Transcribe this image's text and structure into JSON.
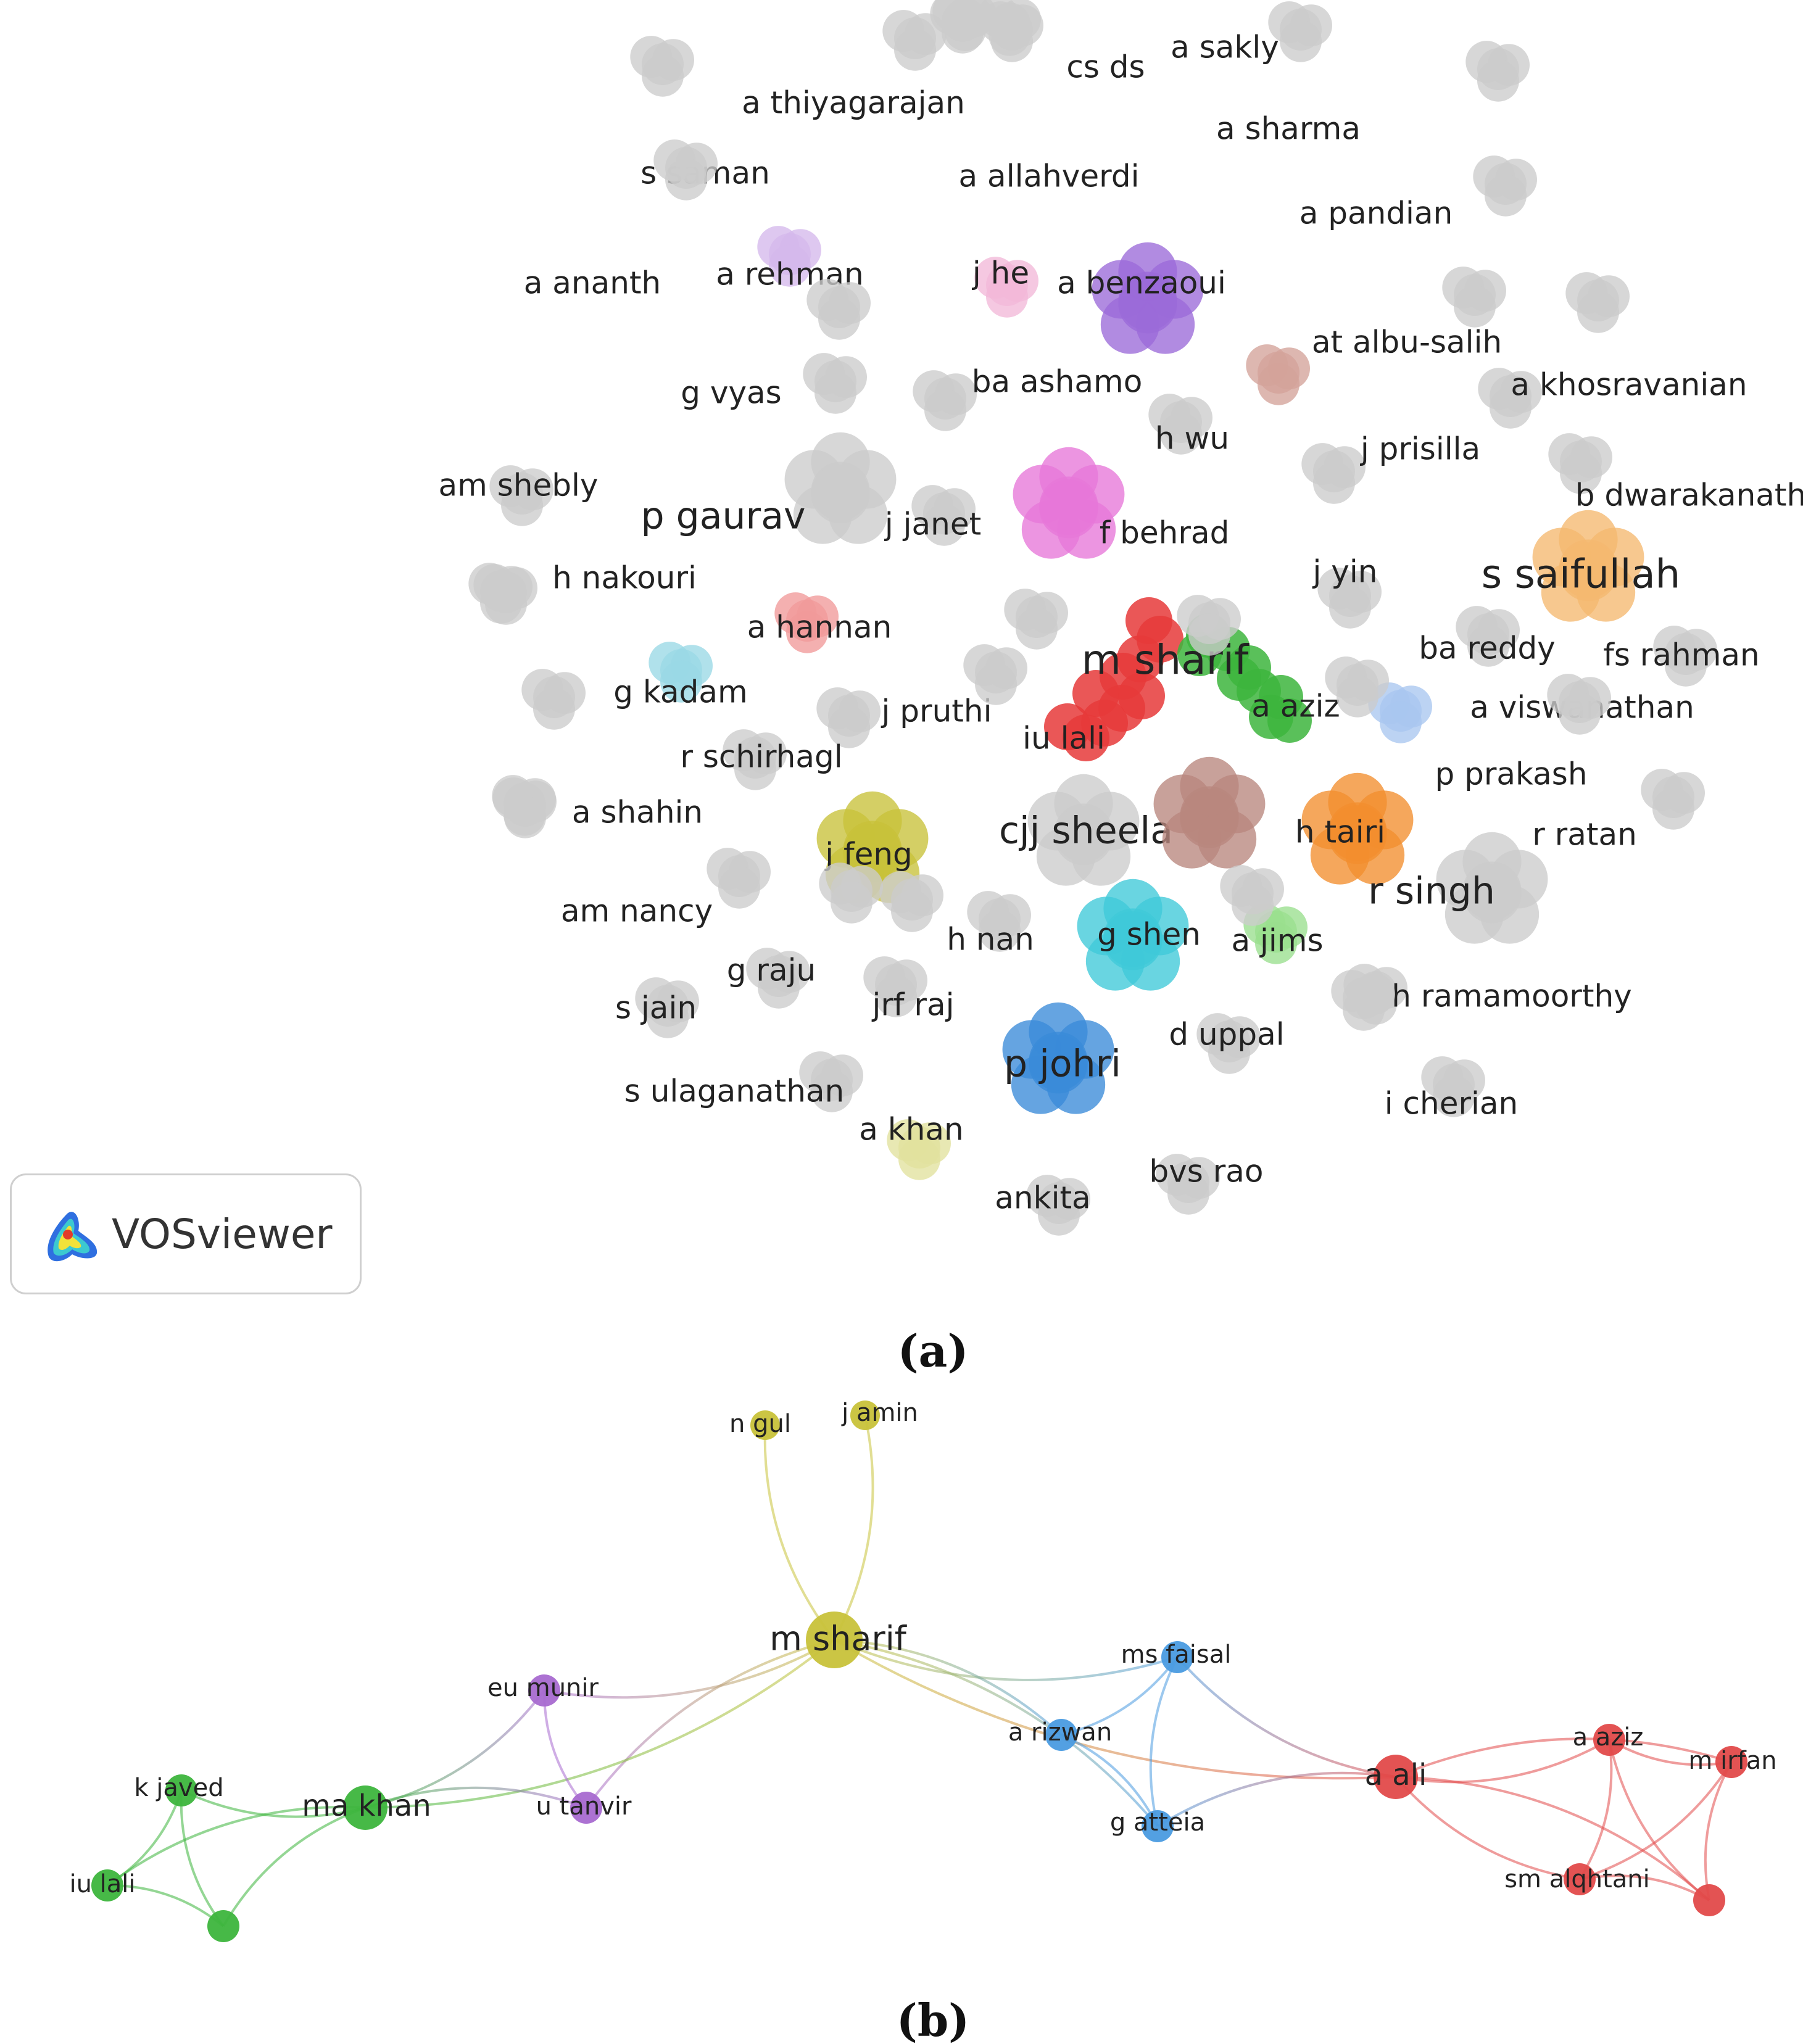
{
  "panel_a": {
    "caption": "(a)",
    "badge": {
      "label": "VOSviewer",
      "logo_icon": "vosviewer-logo-icon"
    },
    "clusters": [
      {
        "label": "a sakly",
        "color": "#cccccc"
      },
      {
        "label": "cs ds",
        "color": "#cccccc"
      },
      {
        "label": "a thiyagarajan",
        "color": "#cccccc"
      },
      {
        "label": "a sharma",
        "color": "#cccccc"
      },
      {
        "label": "s saman",
        "color": "#cccccc"
      },
      {
        "label": "a allahverdi",
        "color": "#cccccc"
      },
      {
        "label": "a pandian",
        "color": "#cccccc"
      },
      {
        "label": "a ananth",
        "color": "#cccccc"
      },
      {
        "label": "a rehman",
        "color": "#d5b8ec"
      },
      {
        "label": "j he",
        "color": "#f2b8d8"
      },
      {
        "label": "a benzaoui",
        "color": "#9b6ad8"
      },
      {
        "label": "at albu-salih",
        "color": "#d4a39a"
      },
      {
        "label": "g vyas",
        "color": "#cccccc"
      },
      {
        "label": "ba ashamo",
        "color": "#cccccc"
      },
      {
        "label": "a khosravanian",
        "color": "#cccccc"
      },
      {
        "label": "h wu",
        "color": "#cccccc"
      },
      {
        "label": "j prisilla",
        "color": "#cccccc"
      },
      {
        "label": "am shebly",
        "color": "#cccccc"
      },
      {
        "label": "p gaurav",
        "color": "#cccccc"
      },
      {
        "label": "j janet",
        "color": "#cccccc"
      },
      {
        "label": "f behrad",
        "color": "#e777d8"
      },
      {
        "label": "b dwarakanath",
        "color": "#cccccc"
      },
      {
        "label": "h nakouri",
        "color": "#cccccc"
      },
      {
        "label": "j yin",
        "color": "#cccccc"
      },
      {
        "label": "s saifullah",
        "color": "#f5b870"
      },
      {
        "label": "a hannan",
        "color": "#f19a9a"
      },
      {
        "label": "m sharif",
        "color": "#e63a3a"
      },
      {
        "label": "ba reddy",
        "color": "#cccccc"
      },
      {
        "label": "fs rahman",
        "color": "#cccccc"
      },
      {
        "label": "g kadam",
        "color": "#9ad8e6"
      },
      {
        "label": "a aziz",
        "color": "#3db53d"
      },
      {
        "label": "a viswanathan",
        "color": "#a9c6ef"
      },
      {
        "label": "j pruthi",
        "color": "#cccccc"
      },
      {
        "label": "iu lali",
        "color": "#e63a3a"
      },
      {
        "label": "r schirhagl",
        "color": "#cccccc"
      },
      {
        "label": "p prakash",
        "color": "#cccccc"
      },
      {
        "label": "a shahin",
        "color": "#cccccc"
      },
      {
        "label": "cjj sheela",
        "color": "#cccccc"
      },
      {
        "label": "h tairi",
        "color": "#f28e2e"
      },
      {
        "label": "r ratan",
        "color": "#cccccc"
      },
      {
        "label": "j feng",
        "color": "#c8c23a"
      },
      {
        "label": "r singh",
        "color": "#cccccc"
      },
      {
        "label": "am nancy",
        "color": "#cccccc"
      },
      {
        "label": "h nan",
        "color": "#cccccc"
      },
      {
        "label": "g shen",
        "color": "#3fc9d9"
      },
      {
        "label": "a jims",
        "color": "#9adf8e"
      },
      {
        "label": "g raju",
        "color": "#cccccc"
      },
      {
        "label": "h ramamoorthy",
        "color": "#cccccc"
      },
      {
        "label": "s jain",
        "color": "#cccccc"
      },
      {
        "label": "jrf raj",
        "color": "#cccccc"
      },
      {
        "label": "d uppal",
        "color": "#cccccc"
      },
      {
        "label": "p johri",
        "color": "#3a8ad8"
      },
      {
        "label": "s ulaganathan",
        "color": "#cccccc"
      },
      {
        "label": "i cherian",
        "color": "#cccccc"
      },
      {
        "label": "a khan",
        "color": "#e2e29e"
      },
      {
        "label": "bvs rao",
        "color": "#cccccc"
      },
      {
        "label": "ankita",
        "color": "#cccccc"
      },
      {
        "label": "",
        "color": "#b9877d"
      }
    ]
  },
  "panel_b": {
    "caption": "(b)",
    "nodes": [
      {
        "id": "n_gul",
        "label": "n gul",
        "color": "#c8c23a"
      },
      {
        "id": "j_amin",
        "label": "j amin",
        "color": "#c8c23a"
      },
      {
        "id": "m_sharif",
        "label": "m sharif",
        "color": "#c8c23a"
      },
      {
        "id": "eu_munir",
        "label": "eu munir",
        "color": "#a86ad0"
      },
      {
        "id": "u_tanvir",
        "label": "u tanvir",
        "color": "#a86ad0"
      },
      {
        "id": "ma_khan",
        "label": "ma khan",
        "color": "#3db53d"
      },
      {
        "id": "k_javed",
        "label": "k javed",
        "color": "#3db53d"
      },
      {
        "id": "iu_lali",
        "label": "iu lali",
        "color": "#3db53d"
      },
      {
        "id": "g_unl",
        "label": "",
        "color": "#3db53d"
      },
      {
        "id": "ms_faisal",
        "label": "ms faisal",
        "color": "#4a9be0"
      },
      {
        "id": "a_rizwan",
        "label": "a rizwan",
        "color": "#4a9be0"
      },
      {
        "id": "g_atteia",
        "label": "g atteia",
        "color": "#4a9be0"
      },
      {
        "id": "a_ali",
        "label": "a ali",
        "color": "#e24a4a"
      },
      {
        "id": "a_aziz",
        "label": "a aziz",
        "color": "#e24a4a"
      },
      {
        "id": "m_irfan",
        "label": "m irfan",
        "color": "#e24a4a"
      },
      {
        "id": "sm_alqhtani",
        "label": "sm alqhtani",
        "color": "#e24a4a"
      },
      {
        "id": "r_unl",
        "label": "",
        "color": "#e24a4a"
      }
    ],
    "links": [
      [
        "m_sharif",
        "n_gul"
      ],
      [
        "m_sharif",
        "j_amin"
      ],
      [
        "m_sharif",
        "eu_munir"
      ],
      [
        "m_sharif",
        "u_tanvir"
      ],
      [
        "m_sharif",
        "ma_khan"
      ],
      [
        "m_sharif",
        "ms_faisal"
      ],
      [
        "m_sharif",
        "a_rizwan"
      ],
      [
        "m_sharif",
        "a_ali"
      ],
      [
        "m_sharif",
        "g_atteia"
      ],
      [
        "eu_munir",
        "u_tanvir"
      ],
      [
        "eu_munir",
        "ma_khan"
      ],
      [
        "u_tanvir",
        "ma_khan"
      ],
      [
        "ma_khan",
        "k_javed"
      ],
      [
        "ma_khan",
        "iu_lali"
      ],
      [
        "k_javed",
        "iu_lali"
      ],
      [
        "k_javed",
        "g_unl"
      ],
      [
        "iu_lali",
        "g_unl"
      ],
      [
        "ma_khan",
        "g_unl"
      ],
      [
        "ms_faisal",
        "a_rizwan"
      ],
      [
        "ms_faisal",
        "g_atteia"
      ],
      [
        "a_rizwan",
        "g_atteia"
      ],
      [
        "ms_faisal",
        "a_ali"
      ],
      [
        "g_atteia",
        "a_ali"
      ],
      [
        "a_ali",
        "a_aziz"
      ],
      [
        "a_ali",
        "m_irfan"
      ],
      [
        "a_ali",
        "sm_alqhtani"
      ],
      [
        "a_ali",
        "r_unl"
      ],
      [
        "a_aziz",
        "m_irfan"
      ],
      [
        "a_aziz",
        "sm_alqhtani"
      ],
      [
        "a_aziz",
        "r_unl"
      ],
      [
        "m_irfan",
        "sm_alqhtani"
      ],
      [
        "m_irfan",
        "r_unl"
      ],
      [
        "sm_alqhtani",
        "r_unl"
      ]
    ]
  }
}
